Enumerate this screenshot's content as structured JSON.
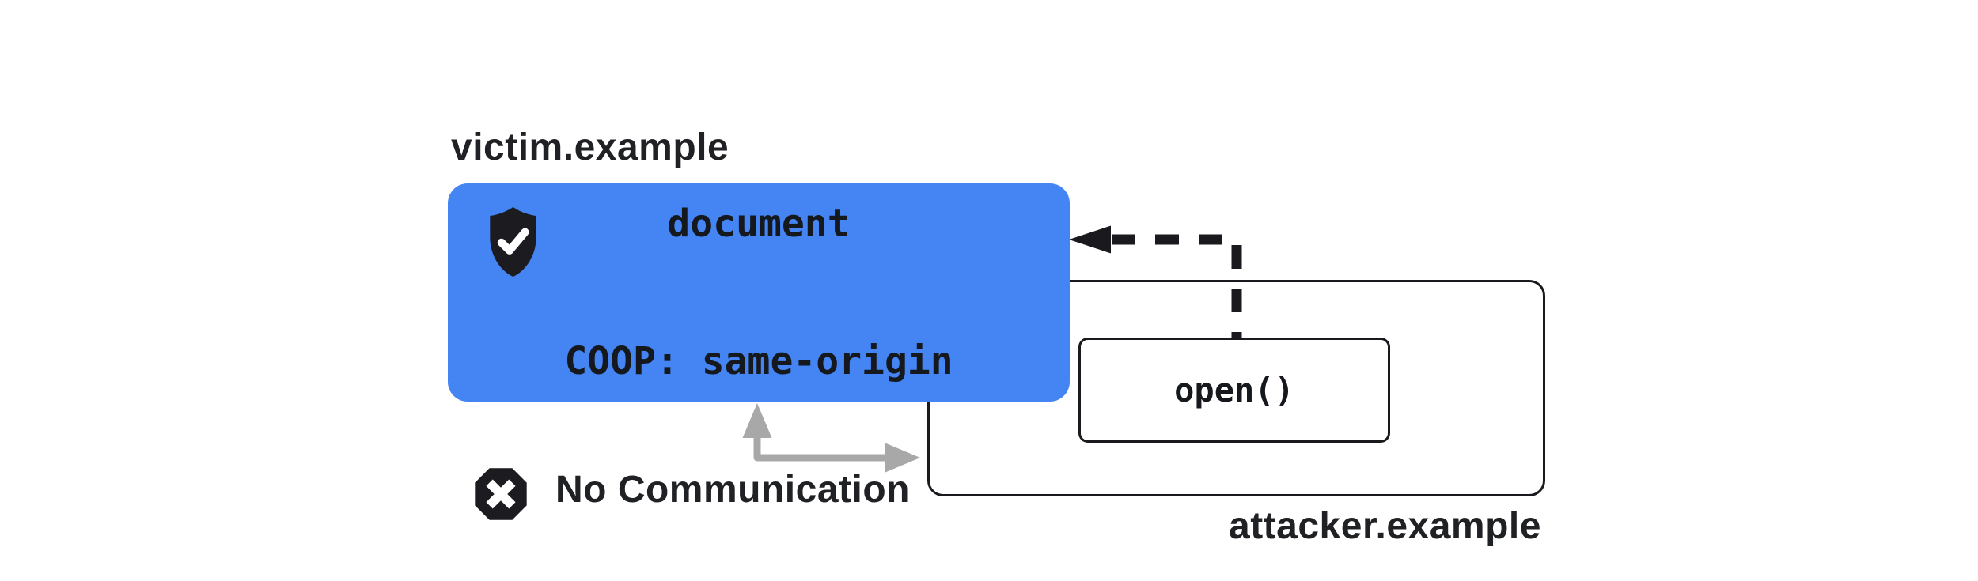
{
  "victim": {
    "domain_label": "victim.example",
    "box_line1": "document",
    "box_line2": "COOP: same-origin"
  },
  "attacker": {
    "domain_label": "attacker.example",
    "open_label": "open()"
  },
  "status": {
    "no_communication_label": "No Communication"
  },
  "icons": {
    "shield": "shield-check-icon",
    "blocked": "blocked-x-icon"
  },
  "colors": {
    "victim_blue": "#4484F3",
    "ink": "#1A1A1E",
    "ink_text": "#202124",
    "gray_arrow": "#A8A8A8",
    "background": "#FFFFFF"
  }
}
